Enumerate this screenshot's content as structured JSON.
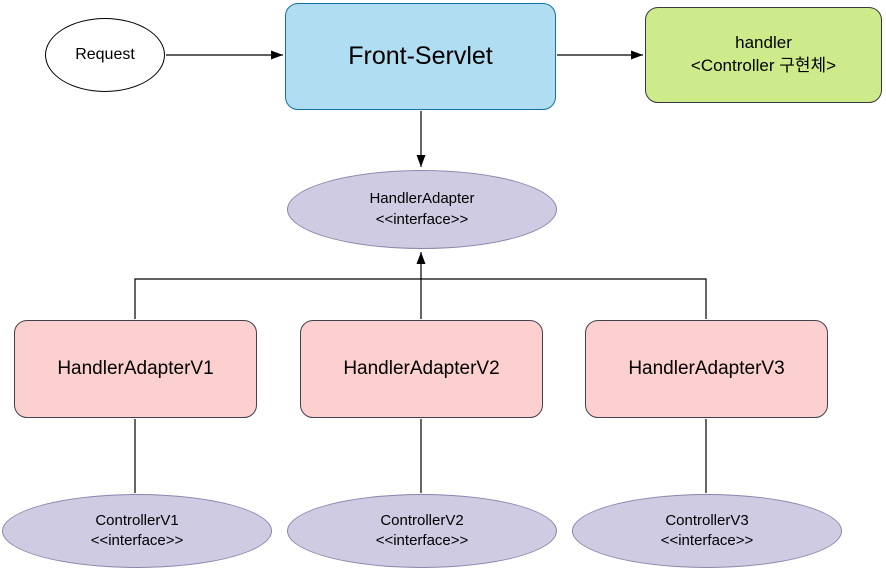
{
  "nodes": {
    "request": {
      "label": "Request"
    },
    "front_servlet": {
      "label": "Front-Servlet"
    },
    "handler": {
      "label_line1": "handler",
      "label_line2": "<Controller 구현체>"
    },
    "handler_adapter": {
      "label_line1": "HandlerAdapter",
      "label_line2": "<<interface>>"
    },
    "adapters": [
      {
        "label": "HandlerAdapterV1"
      },
      {
        "label": "HandlerAdapterV2"
      },
      {
        "label": "HandlerAdapterV3"
      }
    ],
    "controllers": [
      {
        "label_line1": "ControllerV1",
        "label_line2": "<<interface>>"
      },
      {
        "label_line1": "ControllerV2",
        "label_line2": "<<interface>>"
      },
      {
        "label_line1": "ControllerV3",
        "label_line2": "<<interface>>"
      }
    ]
  },
  "edges": [
    {
      "from": "request",
      "to": "front_servlet",
      "type": "arrow"
    },
    {
      "from": "front_servlet",
      "to": "handler",
      "type": "arrow"
    },
    {
      "from": "front_servlet",
      "to": "handler_adapter",
      "type": "arrow"
    },
    {
      "from": "adapters",
      "to": "handler_adapter",
      "type": "arrow"
    },
    {
      "from": "HandlerAdapterV1",
      "to": "ControllerV1",
      "type": "line"
    },
    {
      "from": "HandlerAdapterV2",
      "to": "ControllerV2",
      "type": "line"
    },
    {
      "from": "HandlerAdapterV3",
      "to": "ControllerV3",
      "type": "line"
    }
  ],
  "colors": {
    "front_servlet_fill": "#b0ddf1",
    "front_servlet_border": "#10739e",
    "handler_fill": "#cdeb8b",
    "handler_border": "#36393d",
    "adapter_fill": "#fbd0ce",
    "adapter_border": "#43414e",
    "interface_fill": "#cfcbe2",
    "interface_border": "#8b85ab",
    "request_fill": "#ffffff",
    "line": "#000000"
  }
}
